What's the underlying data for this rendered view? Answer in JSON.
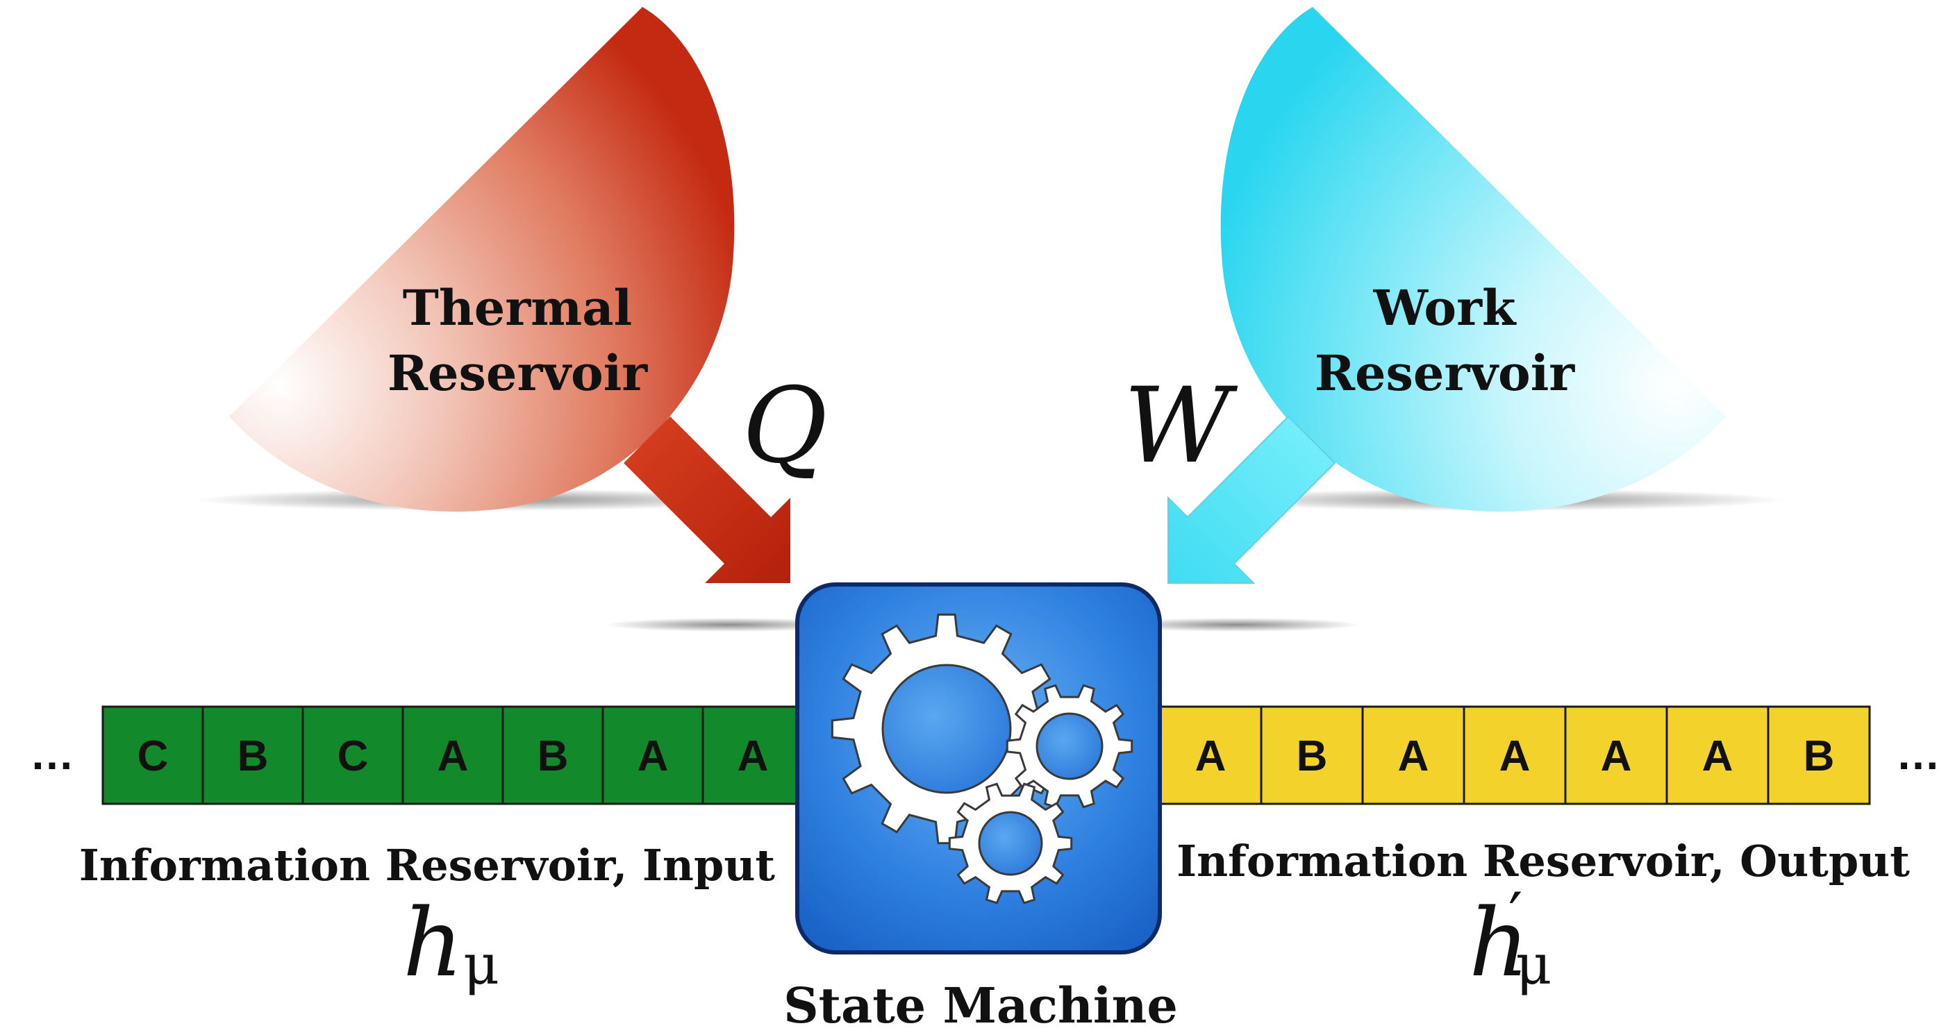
{
  "thermal_reservoir": {
    "line1": "Thermal",
    "line2": "Reservoir",
    "color": "#c42a12"
  },
  "work_reservoir": {
    "line1": "Work",
    "line2": "Reservoir",
    "color": "#2ad6ef"
  },
  "heat_symbol": "Q",
  "work_symbol": "W",
  "state_machine": {
    "label": "State Machine",
    "color": "#1f6fd3"
  },
  "input_tape": {
    "cells": [
      "C",
      "B",
      "C",
      "A",
      "B",
      "A",
      "A"
    ],
    "ellipsis": "…",
    "label": "Information Reservoir, Input",
    "entropy": {
      "base": "h",
      "sub": "μ"
    },
    "color": "#128a2c"
  },
  "output_tape": {
    "cells": [
      "A",
      "B",
      "A",
      "A",
      "A",
      "A",
      "B"
    ],
    "ellipsis": "…",
    "label": "Information Reservoir, Output",
    "entropy": {
      "base": "h",
      "prime": "′",
      "sub": "μ"
    },
    "color": "#f4d22c"
  }
}
